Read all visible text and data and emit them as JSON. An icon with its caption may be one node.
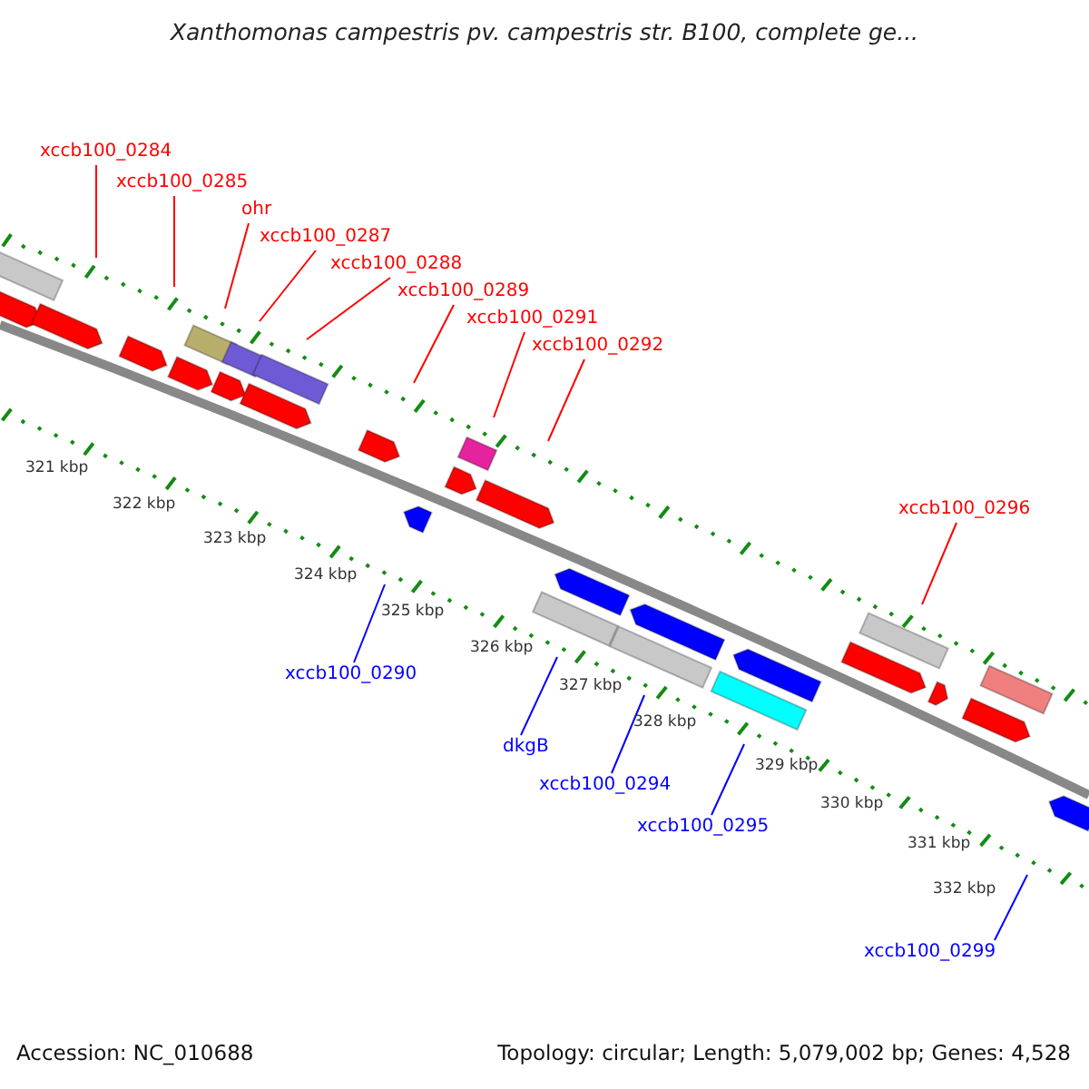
{
  "diagram": {
    "title": "Xanthomonas campestris pv. campestris str. B100, complete ge...",
    "nodes": [
      {
        "text": [
          "xccb100_0284"
        ]
      },
      {
        "text": [
          "xccb100_0285"
        ]
      },
      {
        "text": [
          "ohr"
        ]
      },
      {
        "text": [
          "xccb100_0287"
        ]
      },
      {
        "text": [
          "xccb100_0288"
        ]
      },
      {
        "text": [
          "xccb100_0289"
        ]
      },
      {
        "text": [
          "xccb100_0291"
        ]
      },
      {
        "text": [
          "xccb100_0292"
        ]
      },
      {
        "text": [
          "xccb100_0296"
        ]
      },
      {
        "text": [
          "xccb100_0290"
        ]
      },
      {
        "text": [
          "dkgB"
        ]
      },
      {
        "text": [
          "xccb100_0294"
        ]
      },
      {
        "text": [
          "xccb100_0295"
        ]
      },
      {
        "text": [
          "xccb100_0299"
        ]
      }
    ],
    "edges": [
      {
        "from": 0,
        "to": null,
        "arrow": "none"
      },
      {
        "from": 1,
        "to": null,
        "arrow": "none"
      },
      {
        "from": 2,
        "to": null,
        "arrow": "none"
      },
      {
        "from": 3,
        "to": null,
        "arrow": "none"
      },
      {
        "from": 4,
        "to": null,
        "arrow": "none"
      },
      {
        "from": 5,
        "to": null,
        "arrow": "none"
      },
      {
        "from": 6,
        "to": null,
        "arrow": "none"
      },
      {
        "from": 7,
        "to": null,
        "arrow": "none"
      },
      {
        "from": 8,
        "to": null,
        "arrow": "none"
      },
      {
        "from": 9,
        "to": null,
        "arrow": "none",
        "color": "#0000ff"
      },
      {
        "from": 10,
        "to": null,
        "arrow": "none",
        "color": "#0000ff"
      },
      {
        "from": 11,
        "to": null,
        "arrow": "none",
        "color": "#0000ff"
      },
      {
        "from": 12,
        "to": null,
        "arrow": "none",
        "color": "#0000ff"
      },
      {
        "from": 13,
        "to": null,
        "arrow": "none",
        "color": "#0000ff"
      }
    ],
    "labels": [
      "321 kbp",
      "322 kbp",
      "323 kbp",
      "324 kbp",
      "325 kbp",
      "326 kbp",
      "327 kbp",
      "328 kbp",
      "329 kbp",
      "330 kbp",
      "331 kbp",
      "332 kbp",
      "Accession: NC_010688",
      "Topology: circular; Length: 5,079,002 bp; Genes: 4,528"
    ]
  }
}
